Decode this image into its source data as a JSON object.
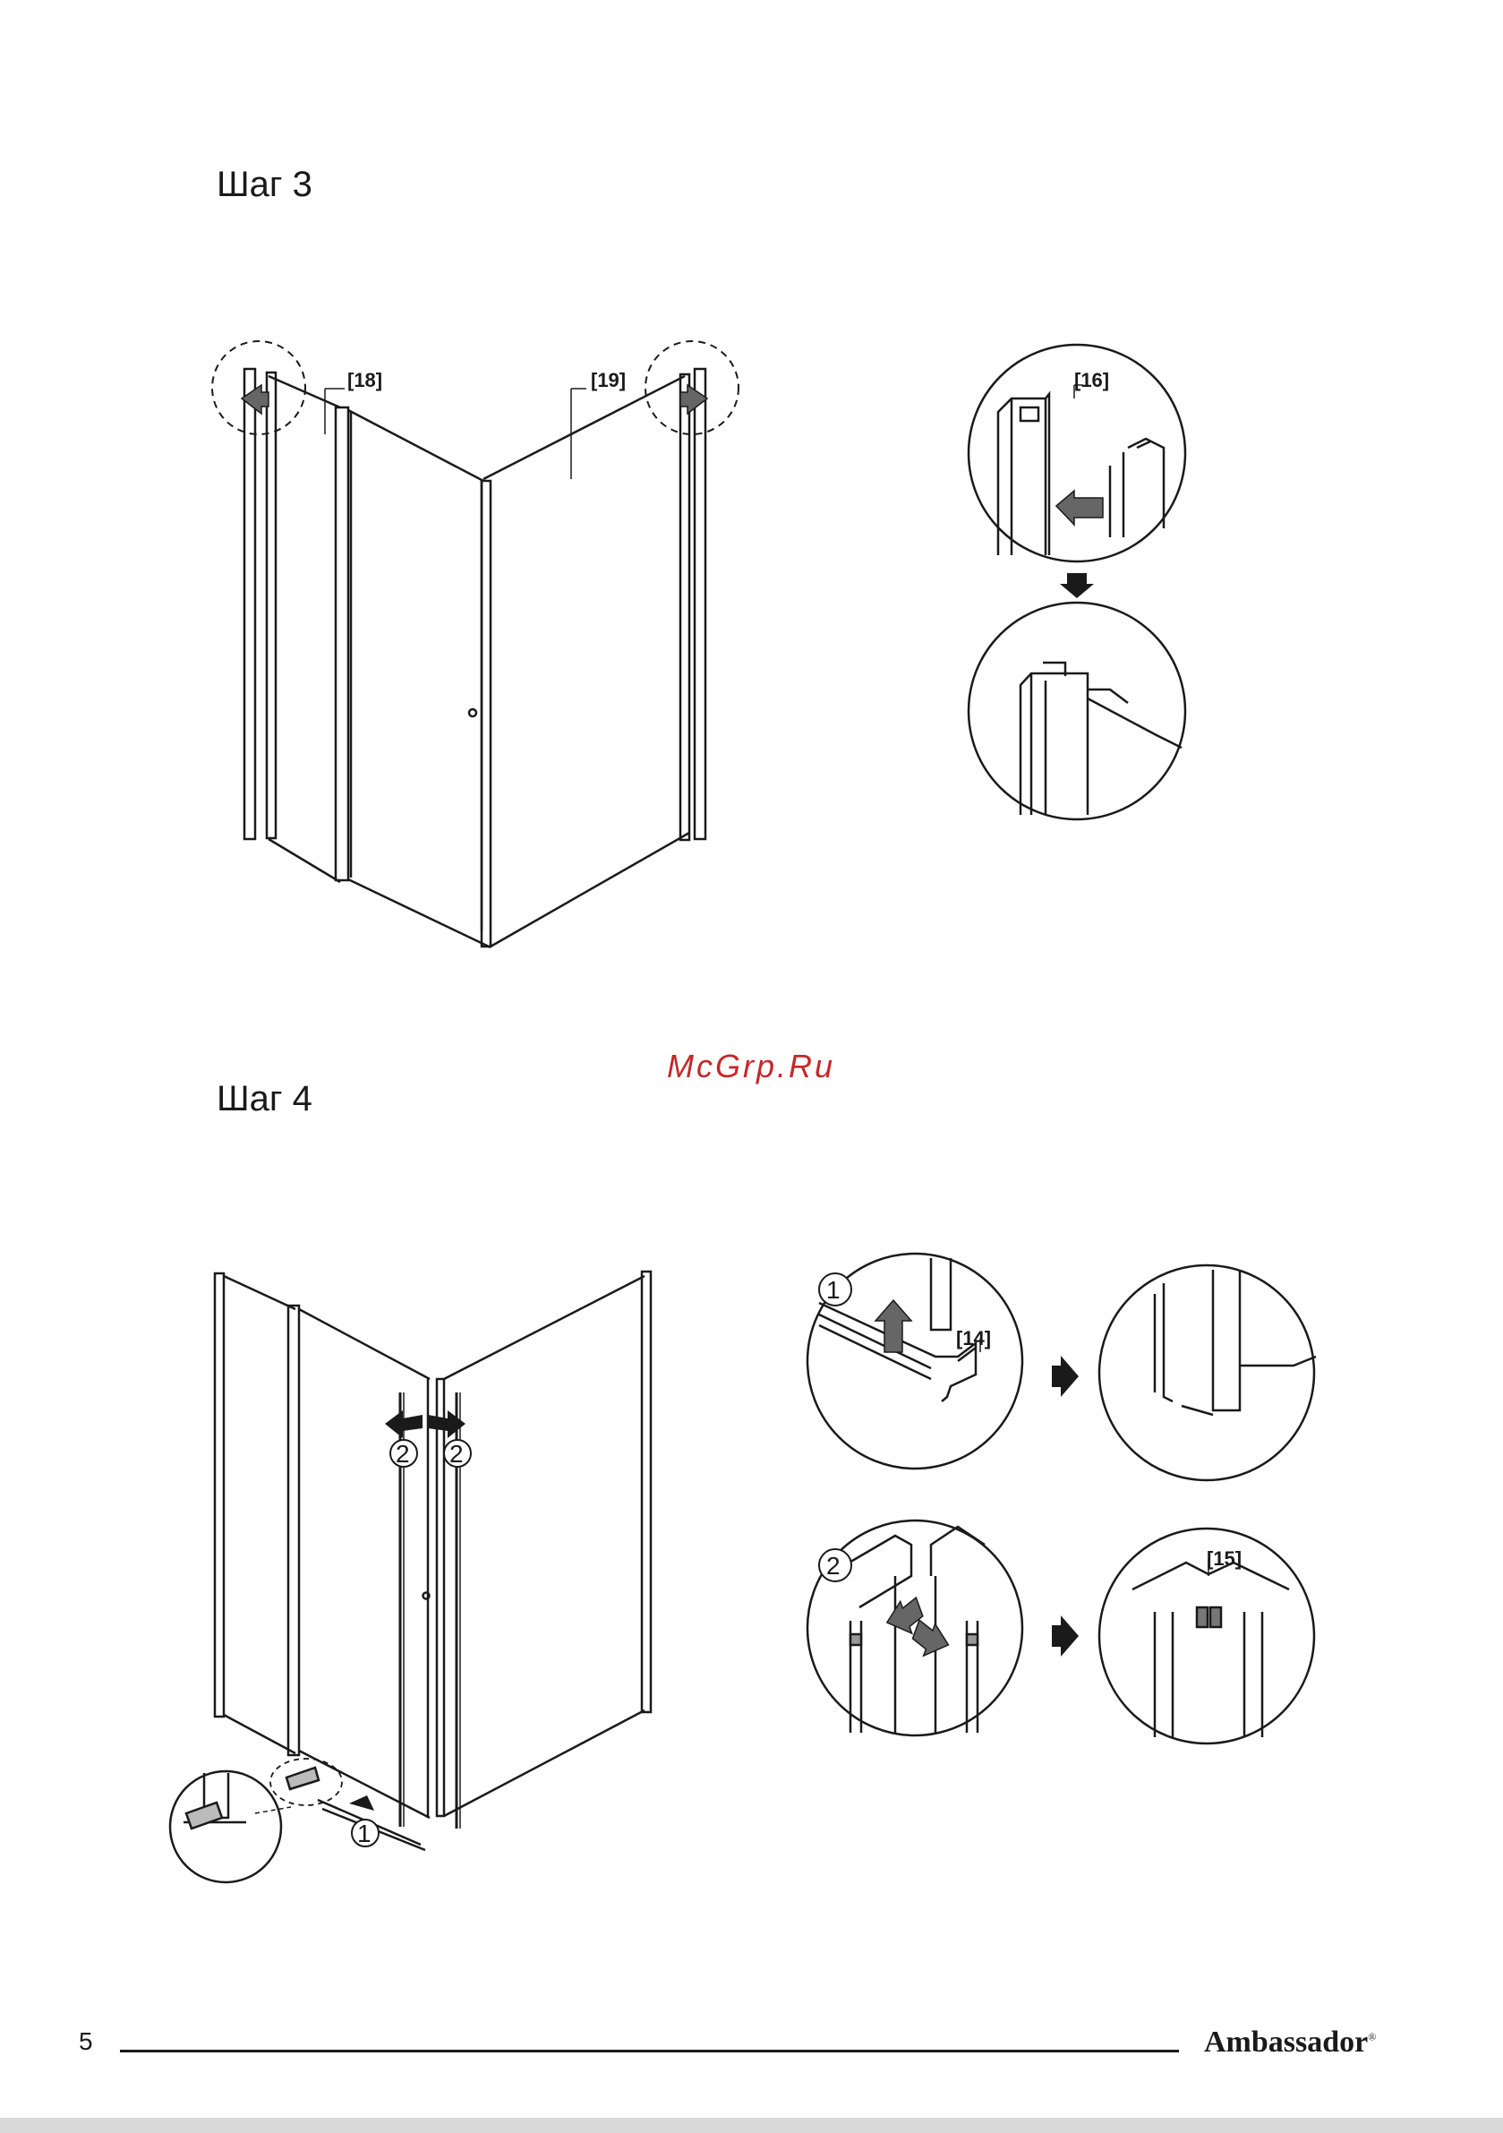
{
  "steps": {
    "step3": {
      "title": "Шаг 3",
      "labels": {
        "part18": "[18]",
        "part19": "[19]",
        "part16": "[16]"
      }
    },
    "step4": {
      "title": "Шаг 4",
      "labels": {
        "part14": "[14]",
        "part15": "[15]"
      },
      "markers": {
        "one": "1",
        "two": "2"
      }
    }
  },
  "watermark": "McGrp.Ru",
  "footer": {
    "page_number": "5",
    "brand": "Ambassador",
    "brand_mark": "®"
  },
  "colors": {
    "line": "#1a1a1a",
    "arrow_fill": "#666666",
    "watermark": "#c62828"
  }
}
